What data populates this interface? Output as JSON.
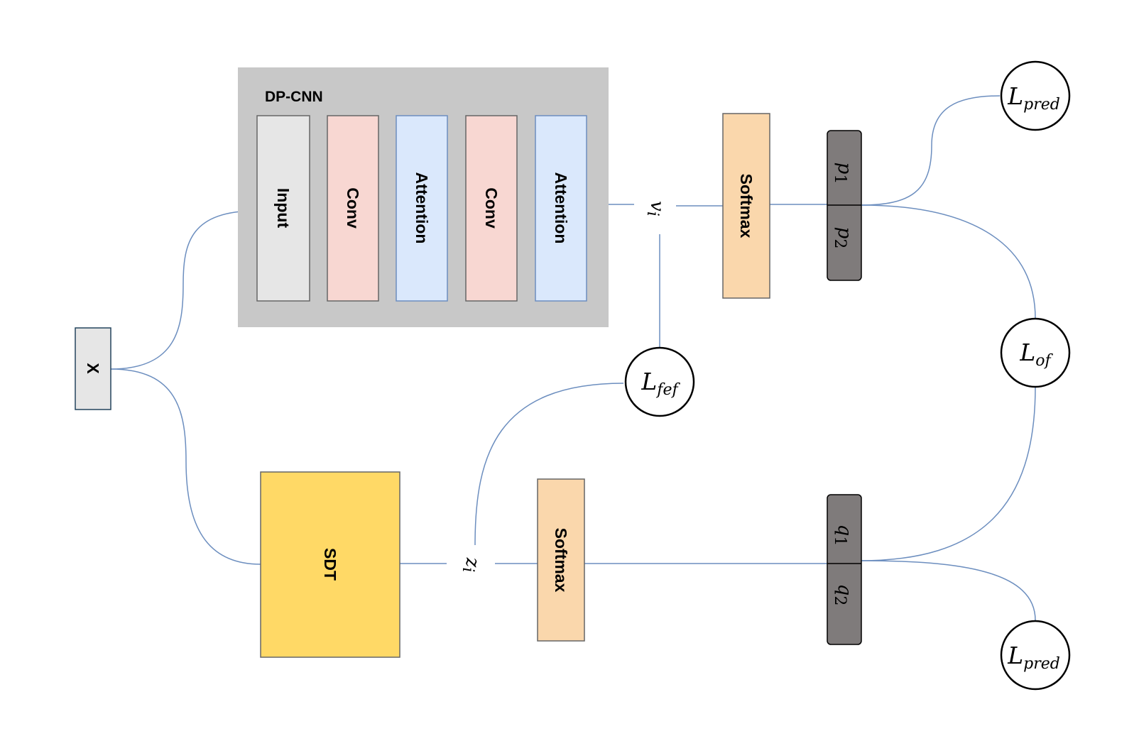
{
  "group": {
    "title": "DP-CNN"
  },
  "blocks": {
    "input": "Input",
    "conv1": "Conv",
    "attention1": "Attention",
    "conv2": "Conv",
    "attention2": "Attention",
    "softmax_top": "Softmax",
    "softmax_bottom": "Softmax",
    "x": "X",
    "sdt": "SDT"
  },
  "variables": {
    "v": {
      "base": "v",
      "sub": "i"
    },
    "z": {
      "base": "z",
      "sub": "i"
    },
    "p1": {
      "base": "p",
      "sub": "1"
    },
    "p2": {
      "base": "p",
      "sub": "2"
    },
    "q1": {
      "base": "q",
      "sub": "1"
    },
    "q2": {
      "base": "q",
      "sub": "2"
    }
  },
  "losses": {
    "pred_top": {
      "base": "L",
      "sub": "pred"
    },
    "of": {
      "base": "L",
      "sub": "of"
    },
    "fef": {
      "base": "L",
      "sub": "fef"
    },
    "pred_bottom": {
      "base": "L",
      "sub": "pred"
    }
  },
  "colors": {
    "connector": "#6c8ebf",
    "group_fill": "#c8c8c8",
    "input_fill": "#e6e6e6",
    "conv_fill": "#f8d7d2",
    "attention_fill": "#dae8fc",
    "softmax_fill": "#fad7ac",
    "sdt_fill": "#ffd966",
    "prob_fill": "#7f7b7b"
  }
}
